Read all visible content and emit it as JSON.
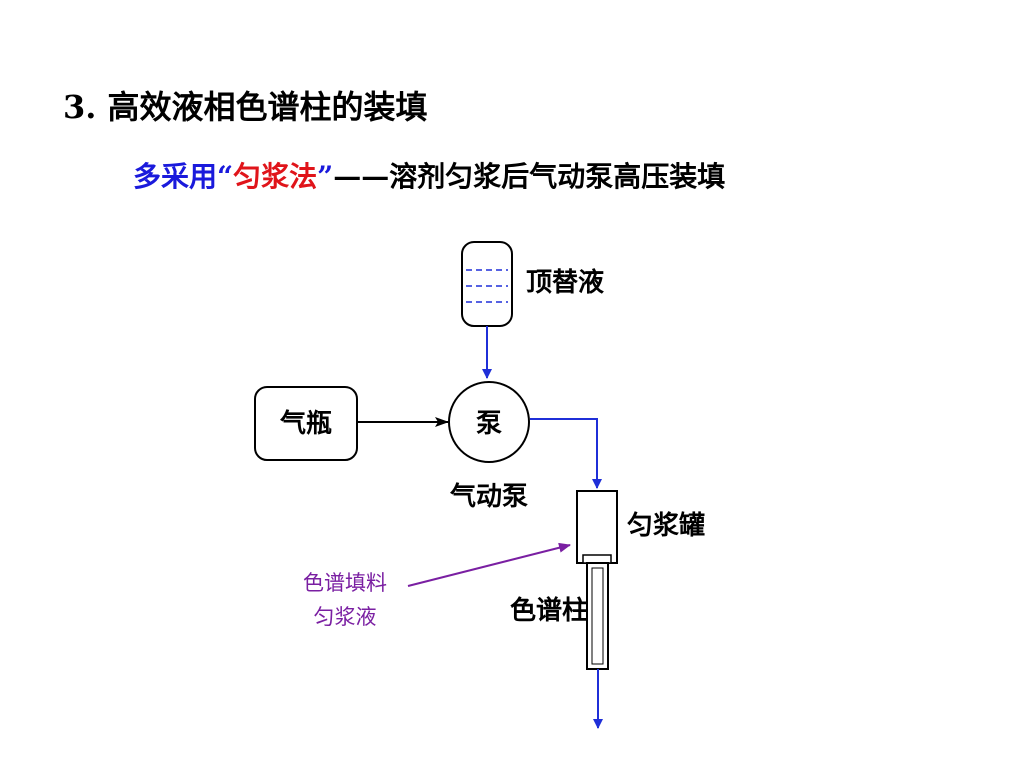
{
  "title": "3. 高效液相色谱柱的装填",
  "subtitle": {
    "part1": "多采用",
    "quote_open": "“",
    "method": "匀浆法",
    "quote_close": "”",
    "dash": "——",
    "description": "溶剂匀浆后气动泵高压装填"
  },
  "diagram": {
    "replacement_liquid": "顶替液",
    "gas_cylinder": "气瓶",
    "pump": "泵",
    "pneumatic_pump": "气动泵",
    "slurry_tank": "匀浆罐",
    "column": "色谱柱",
    "packing_line1": "色谱填料",
    "packing_line2": "匀浆液",
    "colors": {
      "flow": "#1f2fd8",
      "pointer": "#7a1fa2",
      "outline": "#000000"
    }
  }
}
